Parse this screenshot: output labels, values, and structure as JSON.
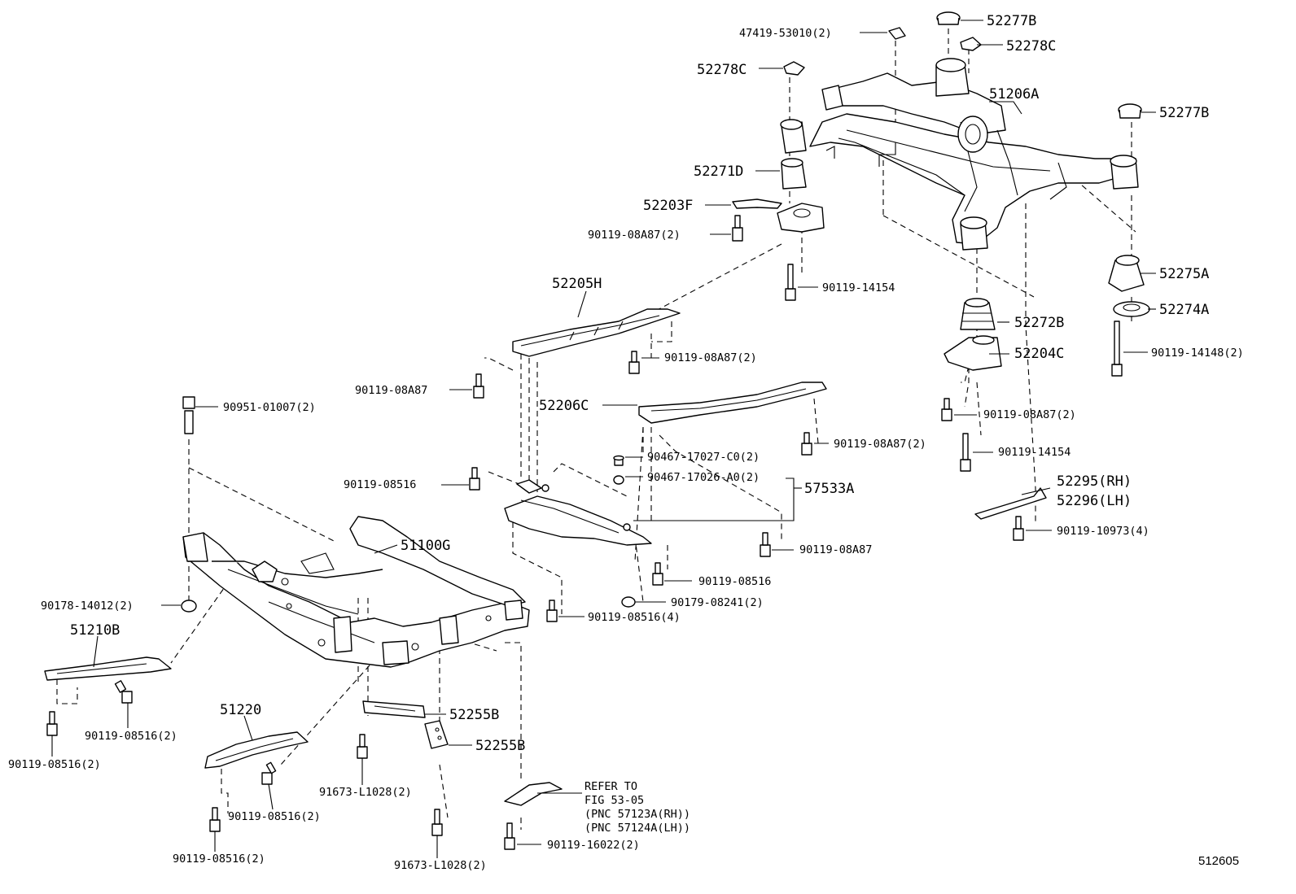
{
  "diagram": {
    "callouts": [
      {
        "id": "c01",
        "text": "47419-53010(2)"
      },
      {
        "id": "c02",
        "text": "52277B"
      },
      {
        "id": "c03",
        "text": "52278C"
      },
      {
        "id": "c04",
        "text": "52278C"
      },
      {
        "id": "c05",
        "text": "51206A"
      },
      {
        "id": "c06",
        "text": "52277B"
      },
      {
        "id": "c07",
        "text": "52271D"
      },
      {
        "id": "c08",
        "text": "52203F"
      },
      {
        "id": "c09",
        "text": "90119-08A87(2)"
      },
      {
        "id": "c10",
        "text": "52205H"
      },
      {
        "id": "c11",
        "text": "90119-14154"
      },
      {
        "id": "c12",
        "text": "52275A"
      },
      {
        "id": "c13",
        "text": "52274A"
      },
      {
        "id": "c14",
        "text": "52272B"
      },
      {
        "id": "c15",
        "text": "90119-08A87(2)"
      },
      {
        "id": "c16",
        "text": "52204C"
      },
      {
        "id": "c17",
        "text": "90119-14148(2)"
      },
      {
        "id": "c18",
        "text": "90119-08A87"
      },
      {
        "id": "c19",
        "text": "52206C"
      },
      {
        "id": "c20",
        "text": "90951-01007(2)"
      },
      {
        "id": "c21",
        "text": "90119-08A87(2)"
      },
      {
        "id": "c22",
        "text": "90119-08A87(2)"
      },
      {
        "id": "c23",
        "text": "90467-17027-C0(2)"
      },
      {
        "id": "c24",
        "text": "90119-14154"
      },
      {
        "id": "c25",
        "text": "90467-17026-A0(2)"
      },
      {
        "id": "c26",
        "text": "90119-08516"
      },
      {
        "id": "c27",
        "text": "57533A"
      },
      {
        "id": "c28",
        "text": "52295(RH)"
      },
      {
        "id": "c29",
        "text": "52296(LH)"
      },
      {
        "id": "c30",
        "text": "90119-10973(4)"
      },
      {
        "id": "c31",
        "text": "51100G"
      },
      {
        "id": "c32",
        "text": "90119-08A87"
      },
      {
        "id": "c33",
        "text": "90119-08516"
      },
      {
        "id": "c34",
        "text": "90178-14012(2)"
      },
      {
        "id": "c35",
        "text": "90179-08241(2)"
      },
      {
        "id": "c36",
        "text": "51210B"
      },
      {
        "id": "c37",
        "text": "90119-08516(4)"
      },
      {
        "id": "c38",
        "text": "51220"
      },
      {
        "id": "c39",
        "text": "52255B"
      },
      {
        "id": "c40",
        "text": "90119-08516(2)"
      },
      {
        "id": "c41",
        "text": "52255B"
      },
      {
        "id": "c42",
        "text": "90119-08516(2)"
      },
      {
        "id": "c43",
        "text": "90119-08516(2)"
      },
      {
        "id": "c44",
        "text": "91673-L1028(2)"
      },
      {
        "id": "c45",
        "text": "90119-08516(2)"
      },
      {
        "id": "c46",
        "text": "90119-16022(2)"
      },
      {
        "id": "c47",
        "text": "91673-L1028(2)"
      }
    ],
    "reference_note": {
      "line1": "REFER TO",
      "line2": "FIG 53-05",
      "line3": "(PNC 57123A(RH))",
      "line4": "(PNC 57124A(LH))"
    },
    "illustration_number": "512605"
  }
}
